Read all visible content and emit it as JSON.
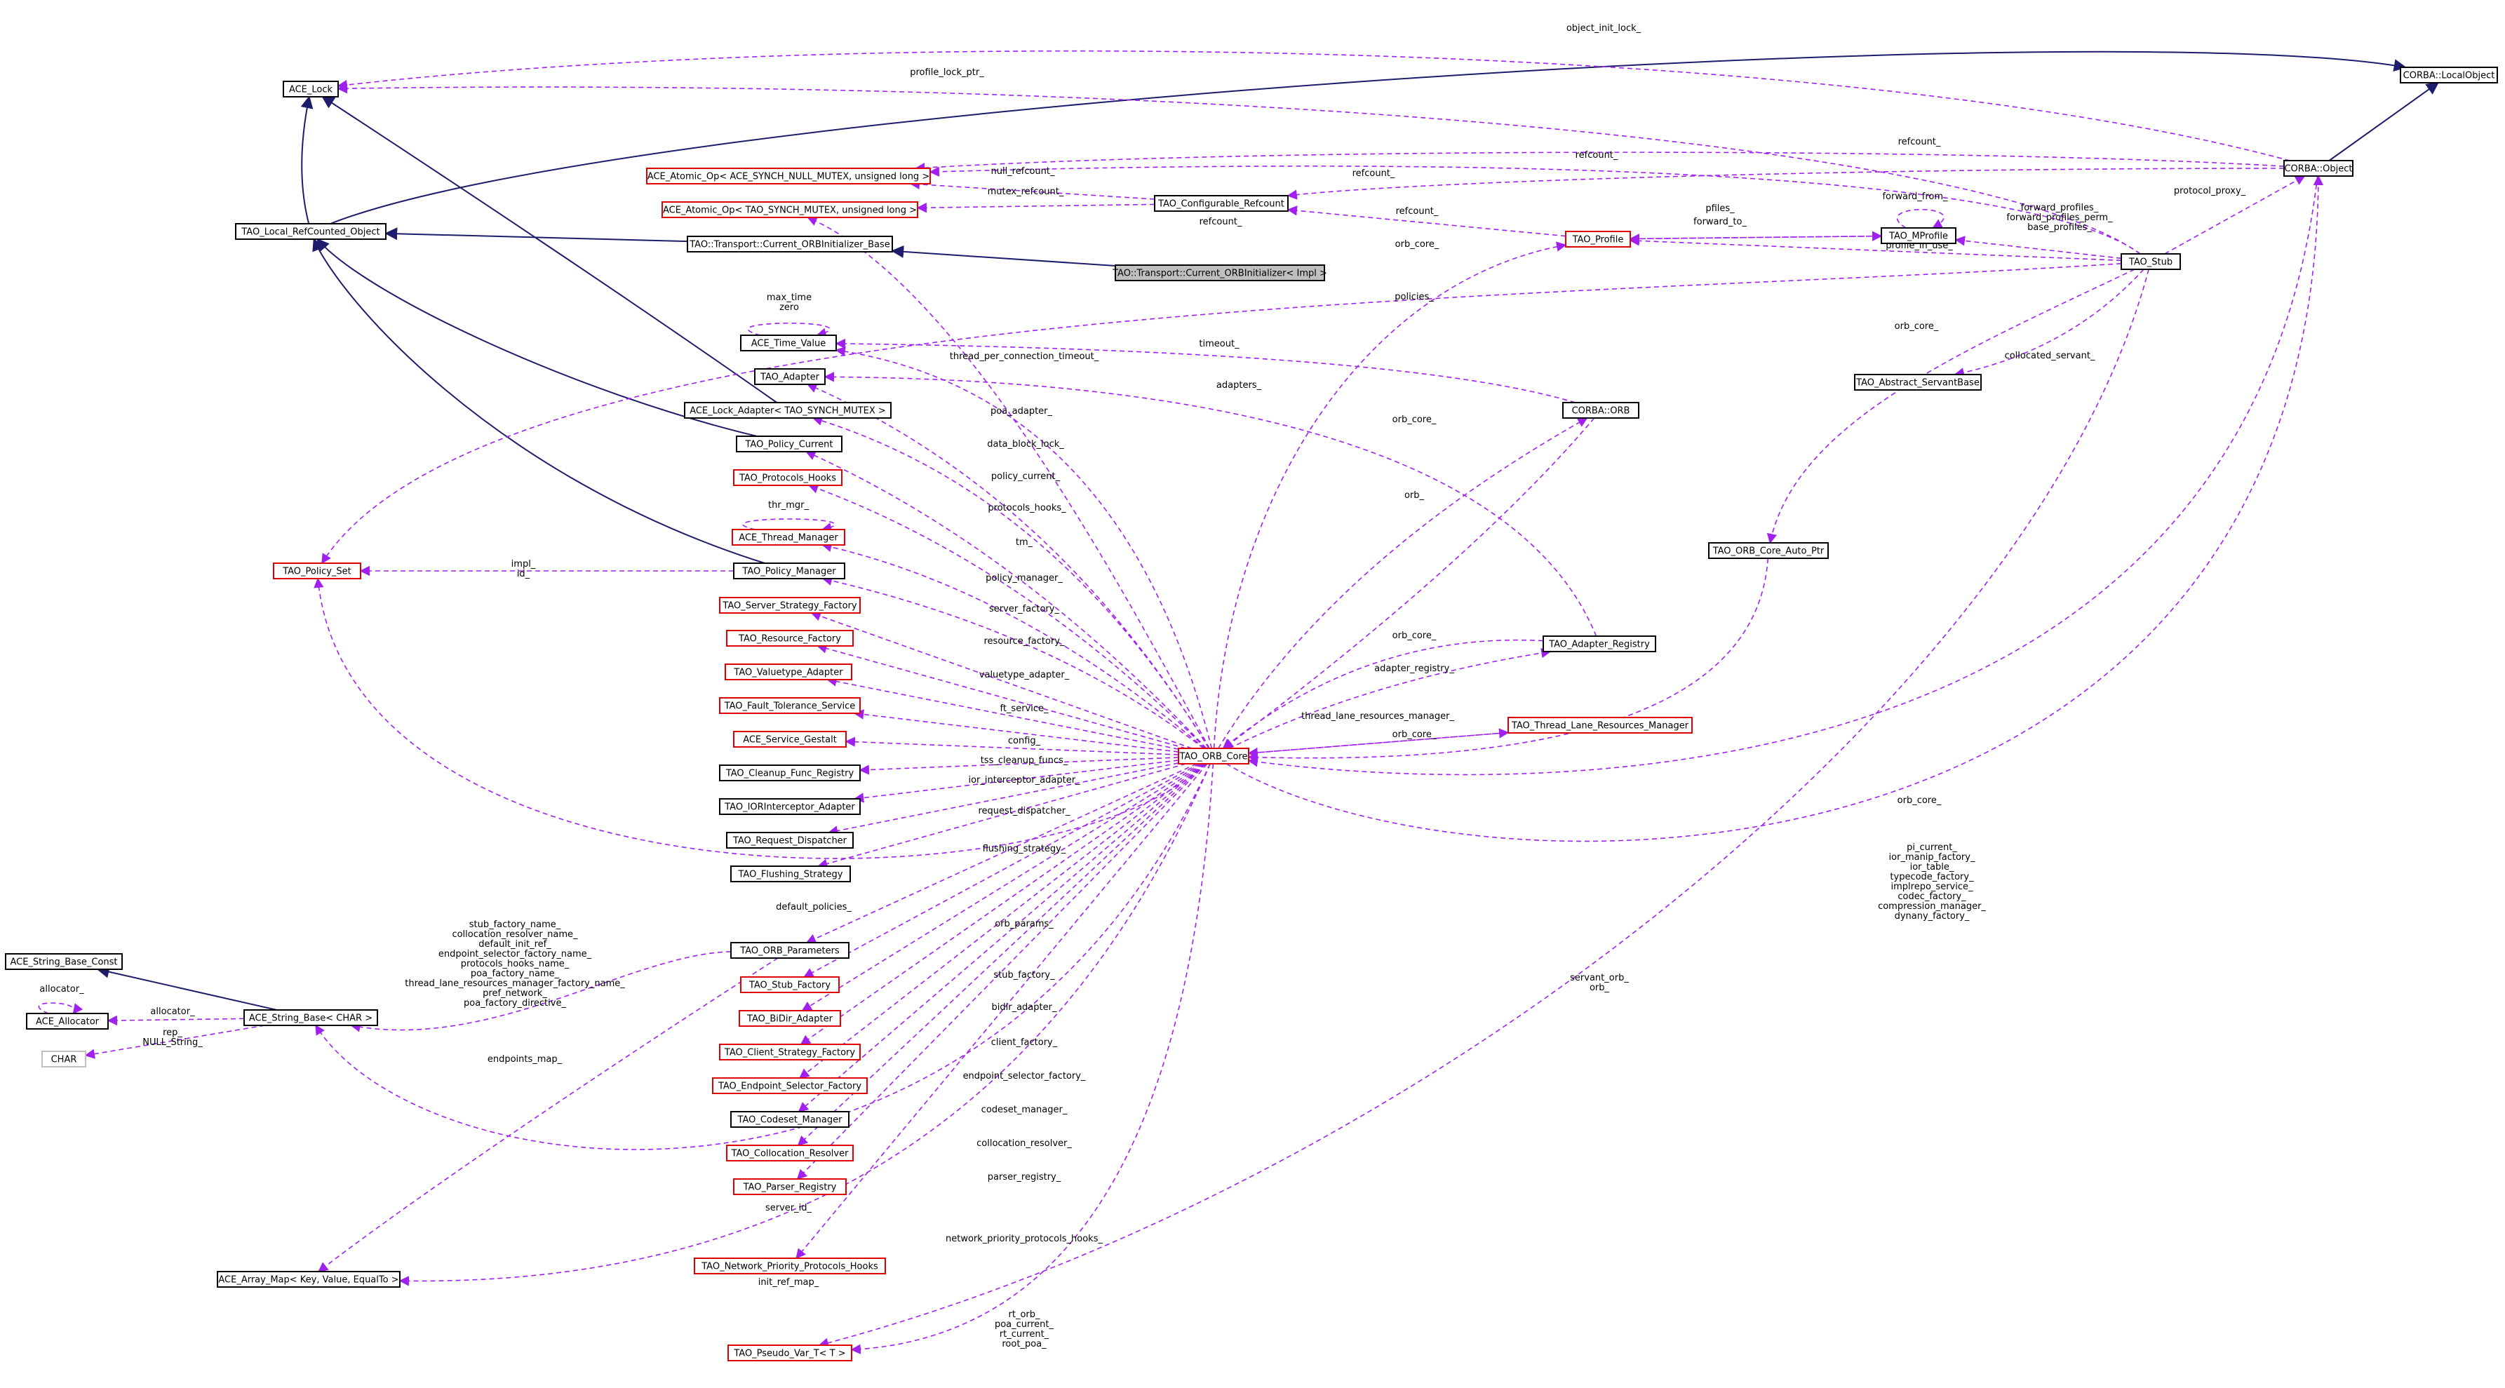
{
  "colors": {
    "inherit": "#1d1d6b",
    "use": "#a020f0",
    "box_std": "#000000",
    "box_red": "#e00000",
    "box_gray": "#bfbfbf",
    "focus_fill": "#bfbfbf"
  },
  "nodes": [
    {
      "id": "ace_lock",
      "label": "ACE_Lock",
      "style": "black"
    },
    {
      "id": "corba_local",
      "label": "CORBA::LocalObject",
      "style": "black"
    },
    {
      "id": "atomic_null",
      "label": "ACE_Atomic_Op< ACE_SYNCH_NULL_MUTEX, unsigned long >",
      "style": "red"
    },
    {
      "id": "corba_object",
      "label": "CORBA::Object",
      "style": "black"
    },
    {
      "id": "configurable_refcount",
      "label": "TAO_Configurable_Refcount",
      "style": "black"
    },
    {
      "id": "atomic_mutex",
      "label": "ACE_Atomic_Op< TAO_SYNCH_MUTEX, unsigned long >",
      "style": "red"
    },
    {
      "id": "local_refcounted",
      "label": "TAO_Local_RefCounted_Object",
      "style": "black"
    },
    {
      "id": "orbinit_base",
      "label": "TAO::Transport::Current_ORBInitializer_Base",
      "style": "black"
    },
    {
      "id": "tao_profile",
      "label": "TAO_Profile",
      "style": "red"
    },
    {
      "id": "tao_mprofile",
      "label": "TAO_MProfile",
      "style": "black"
    },
    {
      "id": "tao_stub",
      "label": "TAO_Stub",
      "style": "black"
    },
    {
      "id": "orbinit_impl",
      "label": "TAO::Transport::Current_ORBInitializer< Impl >",
      "style": "focus"
    },
    {
      "id": "time_value",
      "label": "ACE_Time_Value",
      "style": "black"
    },
    {
      "id": "abstract_servant",
      "label": "TAO_Abstract_ServantBase",
      "style": "black"
    },
    {
      "id": "tao_adapter",
      "label": "TAO_Adapter",
      "style": "black"
    },
    {
      "id": "lock_adapter",
      "label": "ACE_Lock_Adapter< TAO_SYNCH_MUTEX >",
      "style": "black"
    },
    {
      "id": "corba_orb",
      "label": "CORBA::ORB",
      "style": "black"
    },
    {
      "id": "policy_current",
      "label": "TAO_Policy_Current",
      "style": "black"
    },
    {
      "id": "protocols_hooks",
      "label": "TAO_Protocols_Hooks",
      "style": "red"
    },
    {
      "id": "orb_core_auto_ptr",
      "label": "TAO_ORB_Core_Auto_Ptr",
      "style": "black"
    },
    {
      "id": "thread_manager",
      "label": "ACE_Thread_Manager",
      "style": "red"
    },
    {
      "id": "policy_set",
      "label": "TAO_Policy_Set",
      "style": "red"
    },
    {
      "id": "policy_manager",
      "label": "TAO_Policy_Manager",
      "style": "black"
    },
    {
      "id": "server_strategy",
      "label": "TAO_Server_Strategy_Factory",
      "style": "red"
    },
    {
      "id": "resource_factory",
      "label": "TAO_Resource_Factory",
      "style": "red"
    },
    {
      "id": "adapter_registry",
      "label": "TAO_Adapter_Registry",
      "style": "black"
    },
    {
      "id": "valuetype_adapter",
      "label": "TAO_Valuetype_Adapter",
      "style": "red"
    },
    {
      "id": "fault_tolerance",
      "label": "TAO_Fault_Tolerance_Service",
      "style": "red"
    },
    {
      "id": "thread_lane",
      "label": "TAO_Thread_Lane_Resources_Manager",
      "style": "red"
    },
    {
      "id": "service_gestalt",
      "label": "ACE_Service_Gestalt",
      "style": "red"
    },
    {
      "id": "orb_core",
      "label": "TAO_ORB_Core",
      "style": "red"
    },
    {
      "id": "cleanup_func",
      "label": "TAO_Cleanup_Func_Registry",
      "style": "black"
    },
    {
      "id": "ior_interceptor",
      "label": "TAO_IORInterceptor_Adapter",
      "style": "black"
    },
    {
      "id": "request_dispatcher",
      "label": "TAO_Request_Dispatcher",
      "style": "black"
    },
    {
      "id": "flushing_strategy",
      "label": "TAO_Flushing_Strategy",
      "style": "black"
    },
    {
      "id": "string_base_const",
      "label": "ACE_String_Base_Const",
      "style": "black"
    },
    {
      "id": "orb_parameters",
      "label": "TAO_ORB_Parameters",
      "style": "black"
    },
    {
      "id": "ace_allocator",
      "label": "ACE_Allocator",
      "style": "black"
    },
    {
      "id": "string_base",
      "label": "ACE_String_Base< CHAR >",
      "style": "black"
    },
    {
      "id": "stub_factory",
      "label": "TAO_Stub_Factory",
      "style": "red"
    },
    {
      "id": "bidir_adapter",
      "label": "TAO_BiDir_Adapter",
      "style": "red"
    },
    {
      "id": "char",
      "label": "CHAR",
      "style": "gray"
    },
    {
      "id": "client_strategy",
      "label": "TAO_Client_Strategy_Factory",
      "style": "red"
    },
    {
      "id": "endpoint_selector",
      "label": "TAO_Endpoint_Selector_Factory",
      "style": "red"
    },
    {
      "id": "codeset_manager",
      "label": "TAO_Codeset_Manager",
      "style": "black"
    },
    {
      "id": "collocation_resolver",
      "label": "TAO_Collocation_Resolver",
      "style": "red"
    },
    {
      "id": "parser_registry",
      "label": "TAO_Parser_Registry",
      "style": "red"
    },
    {
      "id": "network_priority",
      "label": "TAO_Network_Priority_Protocols_Hooks",
      "style": "red"
    },
    {
      "id": "array_map",
      "label": "ACE_Array_Map< Key, Value, EqualTo >",
      "style": "black"
    },
    {
      "id": "pseudo_var",
      "label": "TAO_Pseudo_Var_T< T >",
      "style": "red"
    }
  ],
  "edge_labels": [
    "object_init_lock_",
    "profile_lock_ptr_",
    "refcount_",
    "refcount_",
    "null_refcount_",
    "mutex_refcount_",
    "refcount_",
    "forward_from_",
    "pfiles_",
    "forward_to_",
    "forward_profiles_",
    "forward_profiles_perm_",
    "base_profiles_",
    "protocol_proxy_",
    "refcount_",
    "refcount_",
    "orb_core_",
    "profile_in_use_",
    "policies_",
    "max_time",
    "zero",
    "timeout_",
    "thread_per_connection_timeout_",
    "orb_core_",
    "collocated_servant_",
    "adapters_",
    "poa_adapter_",
    "orb_core_",
    "data_block_lock_",
    "policy_current_",
    "orb_",
    "protocols_hooks_",
    "thr_mgr_",
    "tm_",
    "impl_",
    "id_",
    "policy_manager_",
    "server_factory_",
    "resource_factory_",
    "orb_core_",
    "adapter_registry_",
    "valuetype_adapter_",
    "ft_service_",
    "thread_lane_resources_manager_",
    "orb_core_",
    "config_",
    "tss_cleanup_funcs_",
    "ior_interceptor_adapter_",
    "request_dispatcher_",
    "flushing_strategy_",
    "default_policies_",
    "orb_core_",
    "pi_current_",
    "ior_manip_factory_",
    "ior_table_",
    "typecode_factory_",
    "implrepo_service_",
    "codec_factory_",
    "compression_manager_",
    "dynany_factory_",
    "stub_factory_name_",
    "collocation_resolver_name_",
    "default_init_ref_",
    "endpoint_selector_factory_name_",
    "protocols_hooks_name_",
    "poa_factory_name_",
    "thread_lane_resources_manager_factory_name_",
    "pref_network_",
    "poa_factory_directive_",
    "orb_params_",
    "allocator_",
    "allocator_",
    "rep_",
    "NULL_String_",
    "stub_factory_",
    "bidir_adapter_",
    "servant_orb_",
    "orb_",
    "client_factory_",
    "endpoints_map_",
    "endpoint_selector_factory_",
    "codeset_manager_",
    "collocation_resolver_",
    "parser_registry_",
    "server_id_",
    "network_priority_protocols_hooks_",
    "init_ref_map_",
    "rt_orb_",
    "poa_current_",
    "rt_current_",
    "root_poa_"
  ]
}
